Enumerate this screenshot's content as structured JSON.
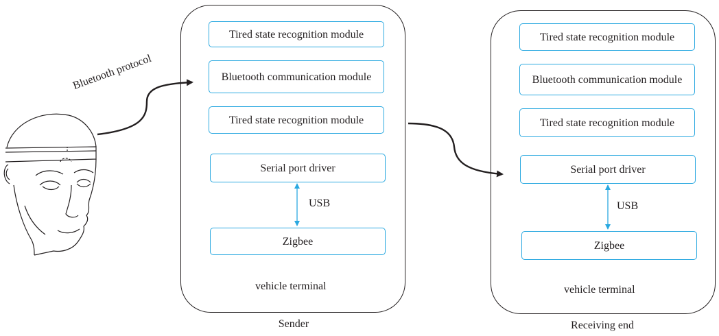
{
  "sender": {
    "modules": [
      "Tired state recognition module",
      "Bluetooth communication module",
      "Tired state recognition module",
      "Serial port driver",
      "Zigbee"
    ],
    "link_label": "USB",
    "terminal_label": "vehicle terminal",
    "caption": "Sender"
  },
  "receiver": {
    "modules": [
      "Tired state recognition module",
      "Bluetooth communication module",
      "Tired state recognition module",
      "Serial port driver",
      "Zigbee"
    ],
    "link_label": "USB",
    "terminal_label": "vehicle terminal",
    "caption": "Receiving end"
  },
  "bluetooth_label": "Bluetooth protocol",
  "colors": {
    "module_border": "#29a8e0",
    "line": "#231f20"
  }
}
